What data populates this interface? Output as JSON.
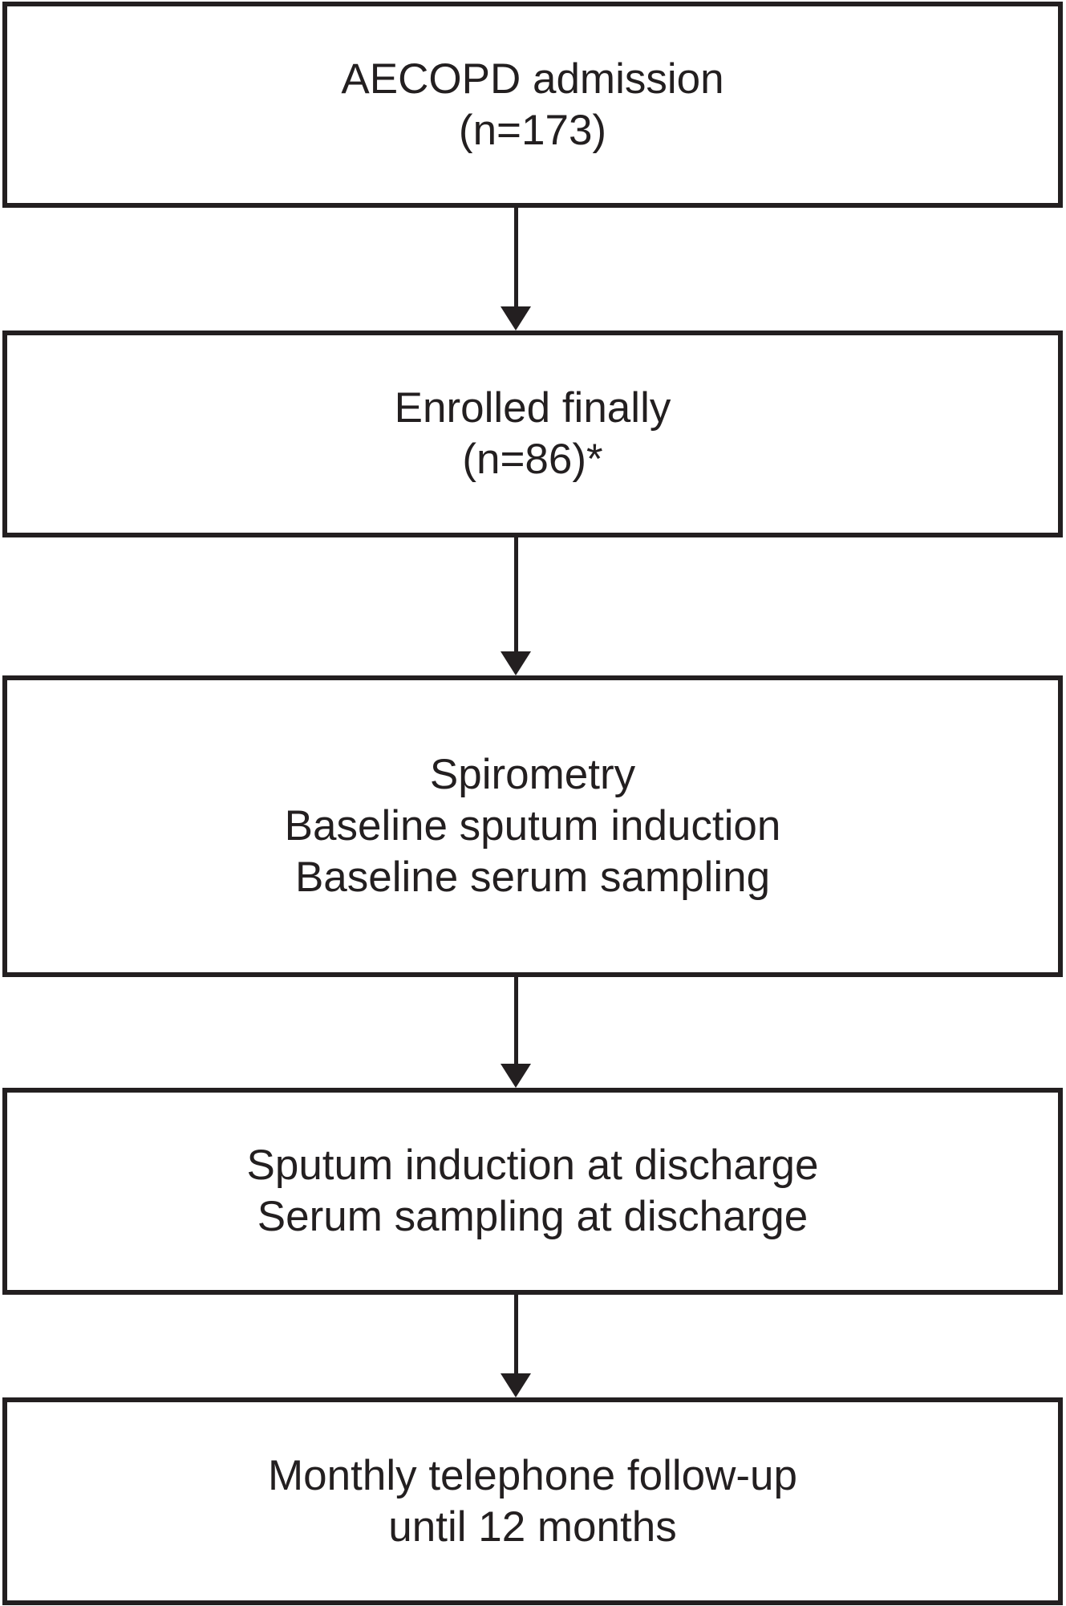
{
  "diagram": {
    "type": "flowchart",
    "background_color": "#ffffff",
    "line_color": "#231f20",
    "text_color": "#231f20",
    "nodes": [
      {
        "id": "aecopd-admission",
        "lines": [
          "AECOPD admission",
          "(n=173)"
        ]
      },
      {
        "id": "enrolled-finally",
        "lines": [
          "Enrolled finally",
          "(n=86)*"
        ]
      },
      {
        "id": "baseline-assessments",
        "lines": [
          "Spirometry",
          "Baseline sputum induction",
          "Baseline serum sampling"
        ]
      },
      {
        "id": "discharge-assessments",
        "lines": [
          "Sputum induction at discharge",
          "Serum sampling at discharge"
        ]
      },
      {
        "id": "monthly-follow-up",
        "lines": [
          "Monthly telephone follow-up",
          "until 12 months"
        ]
      }
    ],
    "edges": [
      {
        "from": "aecopd-admission",
        "to": "enrolled-finally",
        "style": "arrow-down"
      },
      {
        "from": "enrolled-finally",
        "to": "baseline-assessments",
        "style": "arrow-down"
      },
      {
        "from": "baseline-assessments",
        "to": "discharge-assessments",
        "style": "arrow-down"
      },
      {
        "from": "discharge-assessments",
        "to": "monthly-follow-up",
        "style": "arrow-down"
      }
    ]
  }
}
